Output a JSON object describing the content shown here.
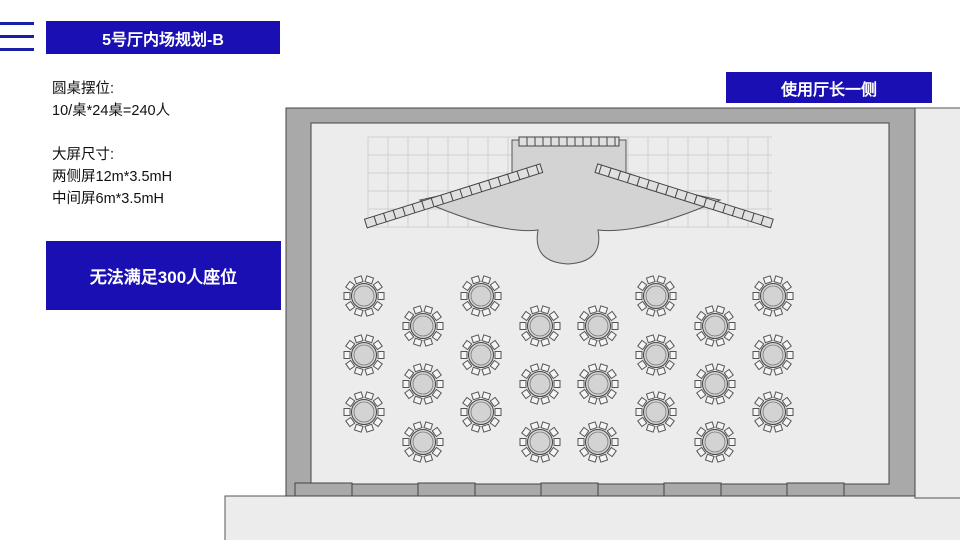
{
  "header": {
    "title": "5号厅内场规划-B"
  },
  "notes": {
    "round_table_heading": "圆桌摆位:",
    "round_table_formula": "10/桌*24桌=240人",
    "screen_heading": "大屏尺寸:",
    "side_screen_size": "两侧屏12m*3.5mH",
    "center_screen_size": "中间屏6m*3.5mH"
  },
  "warning": {
    "text": "无法满足300人座位"
  },
  "side_label": {
    "text": "使用厅长一侧"
  },
  "layout_plan": {
    "table_count": 24,
    "seats_per_table": 10,
    "table_columns": [
      {
        "name": "col-1",
        "tables": 3
      },
      {
        "name": "col-2",
        "tables": 3
      },
      {
        "name": "col-3",
        "tables": 3
      },
      {
        "name": "col-4",
        "tables": 3
      },
      {
        "name": "col-5",
        "tables": 3
      },
      {
        "name": "col-6",
        "tables": 3
      },
      {
        "name": "col-7",
        "tables": 3
      },
      {
        "name": "col-8",
        "tables": 3
      }
    ],
    "colors": {
      "wall": "#a9a9a9",
      "floor": "#ececec",
      "stage": "#d3d3d3",
      "screen": "#e0e0e0",
      "accent": "#1a0fb3"
    }
  }
}
